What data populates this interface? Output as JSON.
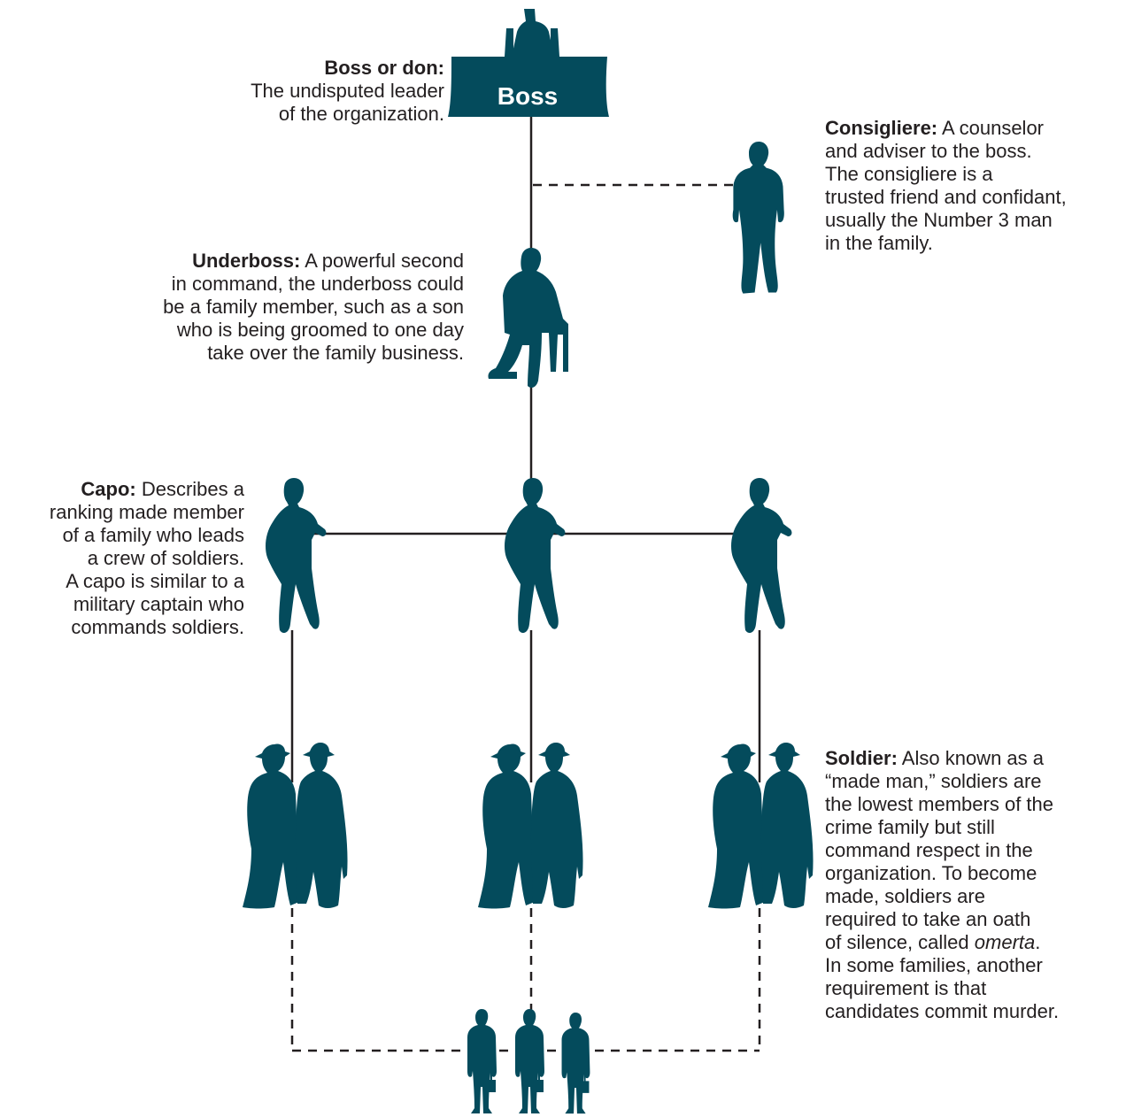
{
  "colors": {
    "figure": "#044b5c",
    "line": "#231f20",
    "box_text": "#ffffff"
  },
  "boss_box": {
    "label": "Boss"
  },
  "roles": {
    "boss": {
      "title": "Boss or don:",
      "lines": [
        "The undisputed leader",
        "of the organization."
      ]
    },
    "consigliere": {
      "title": "Consigliere:",
      "first_line_rest": " A counselor",
      "lines": [
        "and adviser to the boss.",
        "The consigliere is a",
        "trusted friend and confidant,",
        "usually the Number 3 man",
        "in the family."
      ]
    },
    "underboss": {
      "title": "Underboss:",
      "first_line_rest": " A powerful second",
      "lines": [
        "in command, the underboss could",
        "be a family member, such as a son",
        "who is being groomed to one day",
        "take over the family business."
      ]
    },
    "capo": {
      "title": "Capo:",
      "first_line_rest": " Describes a",
      "lines": [
        "ranking made member",
        "of a family who leads",
        "a crew of soldiers.",
        "A capo is similar to a",
        "military captain who",
        "commands soldiers."
      ]
    },
    "soldier": {
      "title": "Soldier:",
      "first_line_rest": " Also known as a",
      "lines": [
        "“made man,” soldiers are",
        "the lowest members of the",
        "crime family but still",
        "command respect in the",
        "organization. To become",
        "made, soldiers are",
        "required to take an oath"
      ],
      "omerta_prefix": "of silence, called ",
      "omerta_word": "omerta",
      "omerta_suffix": ".",
      "tail_lines": [
        "In some families, another",
        "requirement is that",
        "candidates commit murder."
      ]
    }
  },
  "icons": [
    "boss-figure-icon",
    "consigliere-figure-icon",
    "underboss-seated-figure-icon",
    "capo-figure-icon",
    "soldier-pair-icon",
    "associate-briefcase-icon"
  ]
}
